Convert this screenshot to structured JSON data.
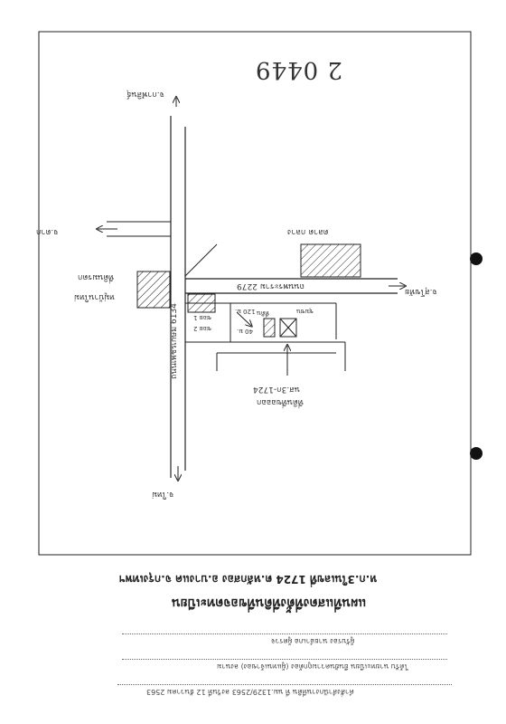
{
  "title": {
    "line1": "แผนที่แสดงที่ตั้งที่ดินที่ขอจดทะเบียน",
    "line2": "ห.ก.3ในเลขที่ 1724 ต.หลักสอง อ.บางแค จ.กรุงเทพฯ"
  },
  "handwritten": "2 0449",
  "labels": {
    "top_road": "จ.กาฬสินธุ์",
    "left_road": "จ.ตาก",
    "right_road": "จ.สุโขทัย",
    "bottom_road": "จ.ใหม่",
    "bldg_right": "ตลาด กลาง",
    "bldg_left1": "หมู่บ้านใหม่",
    "bldg_left2": "ที่ดินมรดก",
    "main_road": "ถนนเพชรเกษม 6134",
    "cross_road": "ถนนพระราม 2279",
    "soi1": "ซอย 1",
    "soi2": "ซอย 2",
    "d1": "120 ม.",
    "d2": "40 ม.",
    "target_label": "นส.3ก-1724",
    "target_sub": "ที่ดินที่ขอออก",
    "small1": "ที่ดิน",
    "small2": "ชุมชน"
  },
  "form": {
    "line1": "คำสั่งสำนักงานที่ดิน ที่ นม.1329/2563 ลงวันที่ 12 ธันวาคม 2563",
    "line2": "ได้รับ นายทะเบียน ยืนยันความถูกต้อง (ผู้แทนเจ้าของ) ลงนาม",
    "line3": "ผู้รับรอง นายอำเภอ ผู้ตรวจ"
  }
}
